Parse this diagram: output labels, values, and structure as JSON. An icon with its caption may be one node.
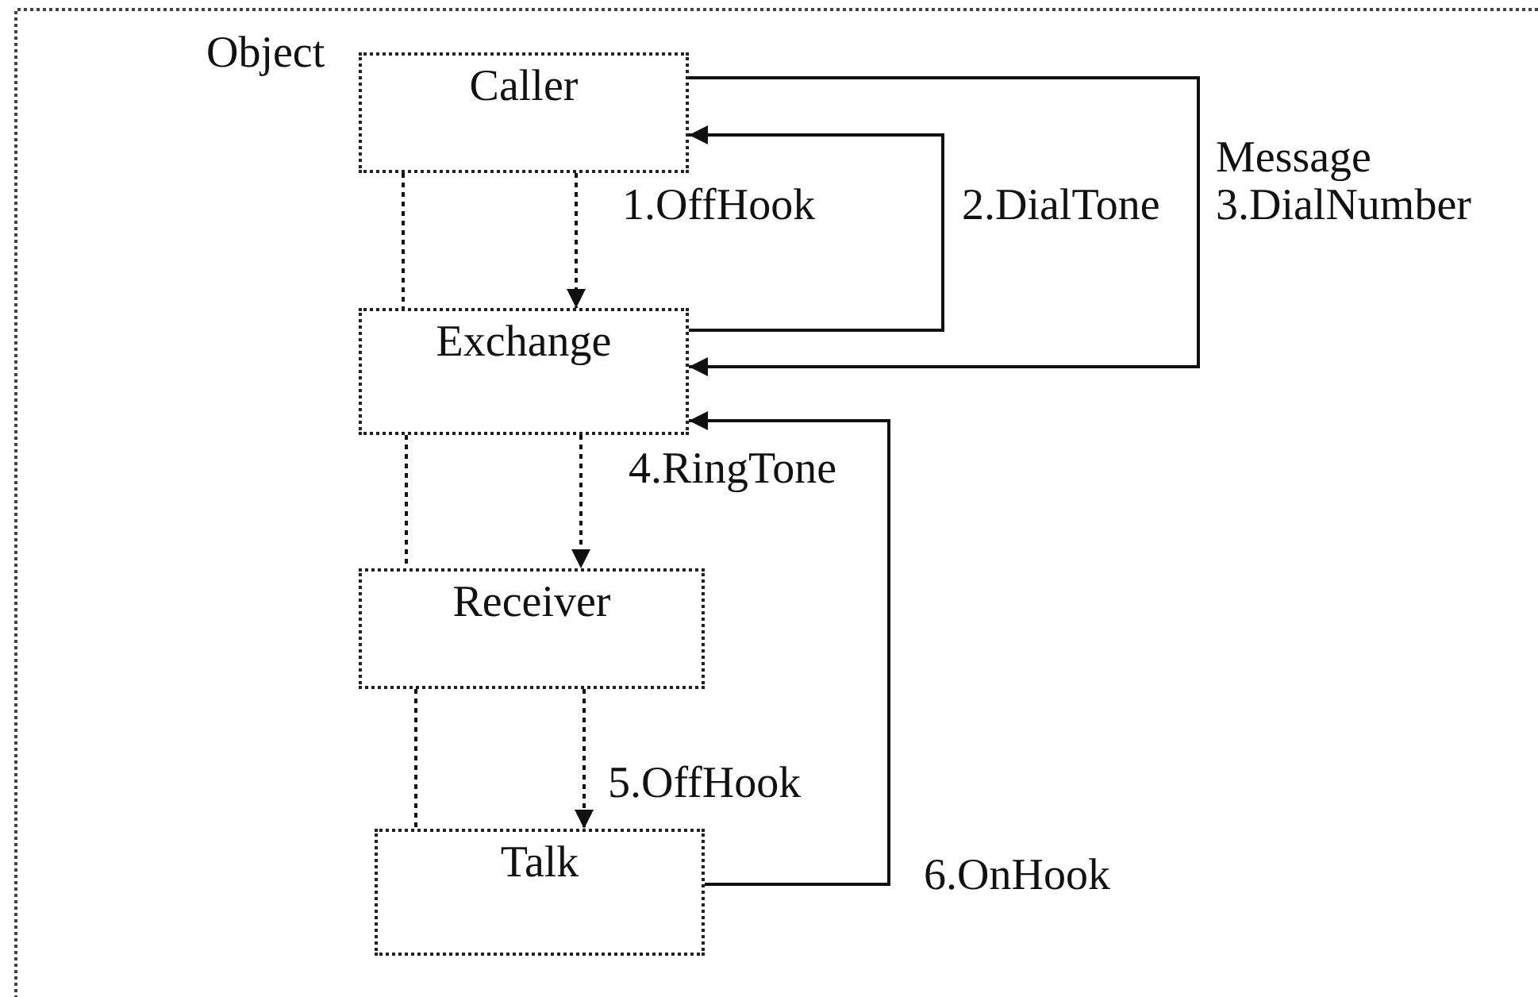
{
  "diagram": {
    "nodes": [
      {
        "text": [
          "Caller"
        ]
      },
      {
        "text": [
          "Exchange"
        ]
      },
      {
        "text": [
          "Receiver"
        ]
      },
      {
        "text": [
          "Talk"
        ]
      }
    ],
    "edges": [
      {
        "from": 0,
        "to": 1,
        "arrow": "to",
        "label": "1.OffHook",
        "style": "dashed"
      },
      {
        "from": 1,
        "to": 0,
        "arrow": "to",
        "label": "2.DialTone"
      },
      {
        "from": 0,
        "to": 1,
        "arrow": "to",
        "label": "3.DialNumber"
      },
      {
        "from": 1,
        "to": 2,
        "arrow": "to",
        "label": "4.RingTone",
        "style": "dashed"
      },
      {
        "from": 2,
        "to": 3,
        "arrow": "to",
        "label": "5.OffHook",
        "style": "dashed"
      },
      {
        "from": 3,
        "to": 1,
        "arrow": "to",
        "label": "6.OnHook"
      },
      {
        "from": 0,
        "to": 1,
        "arrow": "none",
        "style": "dashed"
      },
      {
        "from": 1,
        "to": 2,
        "arrow": "none",
        "style": "dashed"
      },
      {
        "from": 2,
        "to": 3,
        "arrow": "none",
        "style": "dashed"
      }
    ],
    "labels": [
      "Object",
      "Message"
    ]
  }
}
